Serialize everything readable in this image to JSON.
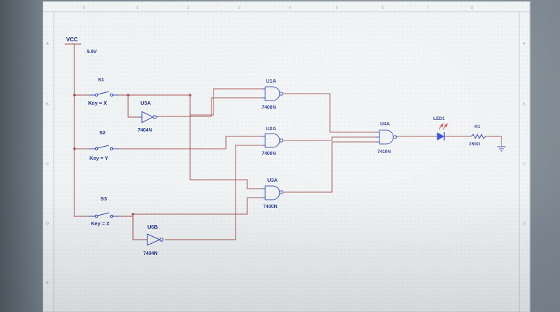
{
  "schematic": {
    "power": {
      "label": "VCC",
      "voltage": "5.0V"
    },
    "switches": [
      {
        "ref": "S1",
        "key": "Key = X"
      },
      {
        "ref": "S2",
        "key": "Key = Y"
      },
      {
        "ref": "S3",
        "key": "Key = Z"
      }
    ],
    "inverters": [
      {
        "ref": "U5A",
        "part": "7404N"
      },
      {
        "ref": "U6B",
        "part": "7404N"
      }
    ],
    "nand2_gates": [
      {
        "ref": "U1A",
        "part": "7400N"
      },
      {
        "ref": "U2A",
        "part": "7400N"
      },
      {
        "ref": "U3A",
        "part": "7400N"
      }
    ],
    "nand3_gate": {
      "ref": "U4A",
      "part": "7410N"
    },
    "led": {
      "ref": "LED1"
    },
    "resistor": {
      "ref": "R1",
      "value": "250Ω"
    },
    "border": {
      "columns": [
        "0",
        "1",
        "2",
        "3",
        "4",
        "5",
        "6",
        "7",
        "8"
      ],
      "rows": [
        "A",
        "B",
        "C",
        "D",
        "E"
      ]
    }
  },
  "colors": {
    "wire": "#a14747",
    "component": "#2c3fb0",
    "label": "#1e2f8a",
    "sheet": "#f0f3f4",
    "led_fill": "#1f3fd6",
    "led_arrows": "#d33c3c"
  }
}
